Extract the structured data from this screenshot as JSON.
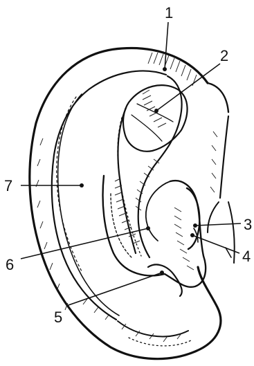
{
  "figure": {
    "kind": "ear-anatomy-line-drawing",
    "labels": [
      {
        "id": "1",
        "text": "1"
      },
      {
        "id": "2",
        "text": "2"
      },
      {
        "id": "3",
        "text": "3"
      },
      {
        "id": "4",
        "text": "4"
      },
      {
        "id": "5",
        "text": "5"
      },
      {
        "id": "6",
        "text": "6"
      },
      {
        "id": "7",
        "text": "7"
      }
    ]
  }
}
